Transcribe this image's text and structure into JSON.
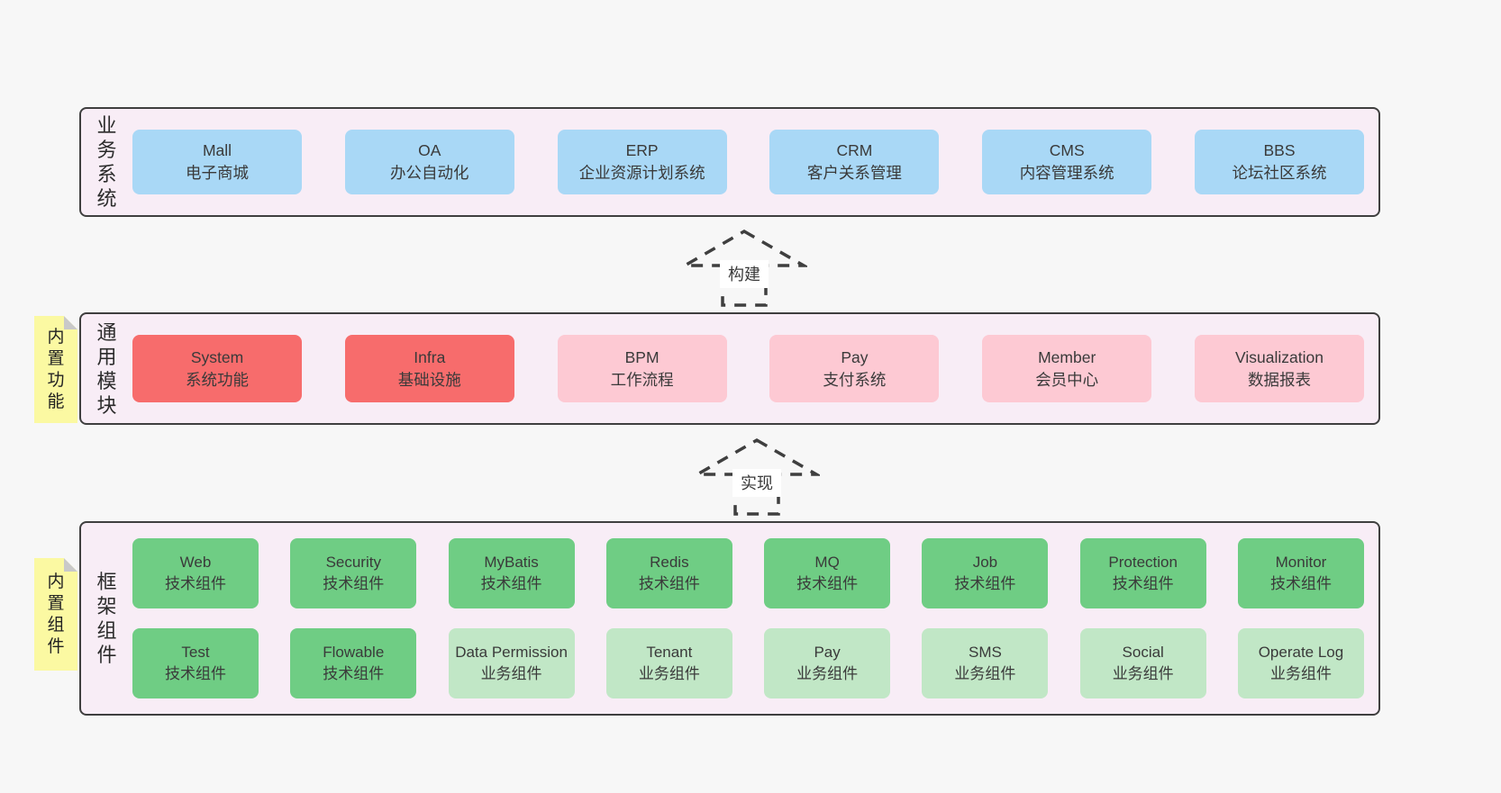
{
  "colors": {
    "page_bg": "#f7f7f7",
    "panel_bg": "#f8edf6",
    "line": "#3f3f3f",
    "blue": "#a9d8f6",
    "red": "#f76c6c",
    "pink": "#fdc9d3",
    "green": "#6fcd84",
    "light_green": "#c1e7c6",
    "note": "#fbf9a2",
    "note_fold": "#c9c9c9",
    "text": "#3a3a3a"
  },
  "arrows": {
    "build": "构建",
    "implement": "实现"
  },
  "layers": {
    "business": {
      "side_label": "业务系统",
      "boxes": [
        {
          "name": "Mall",
          "desc": "电子商城",
          "type": "blue"
        },
        {
          "name": "OA",
          "desc": "办公自动化",
          "type": "blue"
        },
        {
          "name": "ERP",
          "desc": "企业资源计划系统",
          "type": "blue"
        },
        {
          "name": "CRM",
          "desc": "客户关系管理",
          "type": "blue"
        },
        {
          "name": "CMS",
          "desc": "内容管理系统",
          "type": "blue"
        },
        {
          "name": "BBS",
          "desc": "论坛社区系统",
          "type": "blue"
        }
      ]
    },
    "modules": {
      "note": "内置功能",
      "side_label": "通用模块",
      "boxes": [
        {
          "name": "System",
          "desc": "系统功能",
          "type": "red"
        },
        {
          "name": "Infra",
          "desc": "基础设施",
          "type": "red"
        },
        {
          "name": "BPM",
          "desc": "工作流程",
          "type": "pink"
        },
        {
          "name": "Pay",
          "desc": "支付系统",
          "type": "pink"
        },
        {
          "name": "Member",
          "desc": "会员中心",
          "type": "pink"
        },
        {
          "name": "Visualization",
          "desc": "数据报表",
          "type": "pink"
        }
      ]
    },
    "components": {
      "note": "内置组件",
      "side_label": "框架组件",
      "row1": [
        {
          "name": "Web",
          "desc": "技术组件",
          "type": "green"
        },
        {
          "name": "Security",
          "desc": "技术组件",
          "type": "green"
        },
        {
          "name": "MyBatis",
          "desc": "技术组件",
          "type": "green"
        },
        {
          "name": "Redis",
          "desc": "技术组件",
          "type": "green"
        },
        {
          "name": "MQ",
          "desc": "技术组件",
          "type": "green"
        },
        {
          "name": "Job",
          "desc": "技术组件",
          "type": "green"
        },
        {
          "name": "Protection",
          "desc": "技术组件",
          "type": "green"
        },
        {
          "name": "Monitor",
          "desc": "技术组件",
          "type": "green"
        }
      ],
      "row2": [
        {
          "name": "Test",
          "desc": "技术组件",
          "type": "green"
        },
        {
          "name": "Flowable",
          "desc": "技术组件",
          "type": "green"
        },
        {
          "name": "Data Permission",
          "desc": "业务组件",
          "type": "lightgreen"
        },
        {
          "name": "Tenant",
          "desc": "业务组件",
          "type": "lightgreen"
        },
        {
          "name": "Pay",
          "desc": "业务组件",
          "type": "lightgreen"
        },
        {
          "name": "SMS",
          "desc": "业务组件",
          "type": "lightgreen"
        },
        {
          "name": "Social",
          "desc": "业务组件",
          "type": "lightgreen"
        },
        {
          "name": "Operate Log",
          "desc": "业务组件",
          "type": "lightgreen"
        }
      ]
    }
  }
}
